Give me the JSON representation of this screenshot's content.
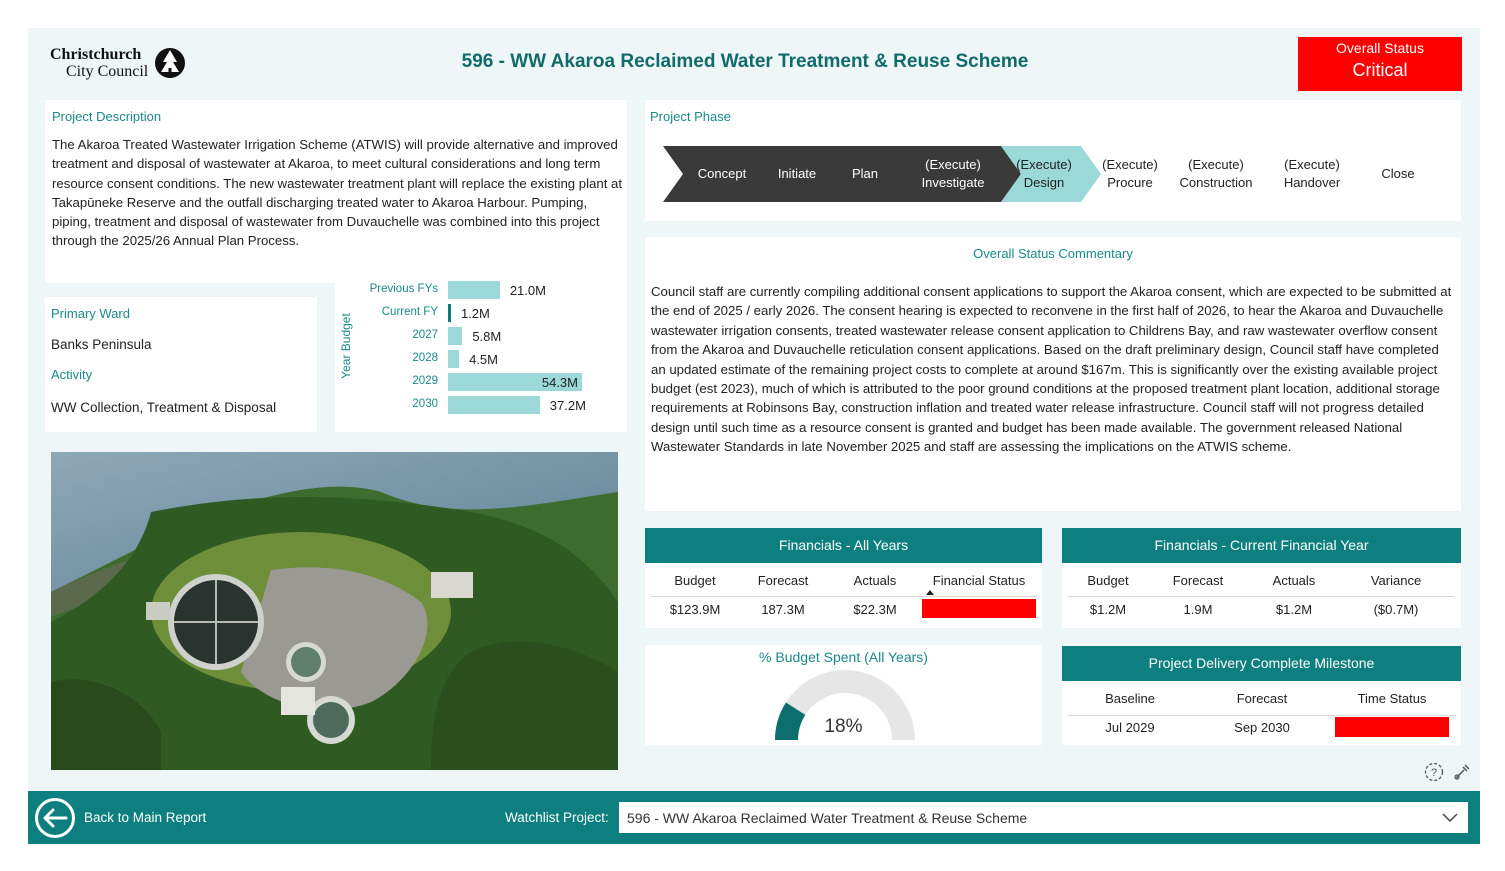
{
  "header": {
    "title": "596 - WW Akaroa Reclaimed Water Treatment & Reuse Scheme",
    "logo_line1": "Christchurch",
    "logo_line2": "City Council",
    "status_label": "Overall Status",
    "status_value": "Critical",
    "status_color": "#ff0000"
  },
  "description": {
    "label": "Project Description",
    "text": "The Akaroa Treated Wastewater Irrigation Scheme (ATWIS) will provide alternative and improved treatment and disposal of wastewater at Akaroa, to meet cultural considerations and long term resource consent conditions. The new wastewater treatment plant will replace the existing plant at Takapūneke Reserve and the outfall discharging treated water to Akaroa Harbour. Pumping, piping, treatment and disposal of wastewater from Duvauchelle was combined into this project through the 2025/26 Annual Plan Process."
  },
  "ward": {
    "ward_label": "Primary Ward",
    "ward_value": "Banks Peninsula",
    "activity_label": "Activity",
    "activity_value": "WW Collection, Treatment & Disposal"
  },
  "year_budget": {
    "axis_label": "Year Budget",
    "rows": [
      {
        "label": "Previous FYs",
        "value": 21.0,
        "text": "21.0M"
      },
      {
        "label": "Current FY",
        "value": 1.2,
        "text": "1.2M"
      },
      {
        "label": "2027",
        "value": 5.8,
        "text": "5.8M"
      },
      {
        "label": "2028",
        "value": 4.5,
        "text": "4.5M"
      },
      {
        "label": "2029",
        "value": 54.3,
        "text": "54.3M"
      },
      {
        "label": "2030",
        "value": 37.2,
        "text": "37.2M"
      }
    ]
  },
  "phase": {
    "label": "Project Phase",
    "steps": [
      {
        "line1": "Concept",
        "line2": "",
        "state": "done"
      },
      {
        "line1": "Initiate",
        "line2": "",
        "state": "done"
      },
      {
        "line1": "Plan",
        "line2": "",
        "state": "done"
      },
      {
        "line1": "(Execute)",
        "line2": "Investigate",
        "state": "done"
      },
      {
        "line1": "(Execute)",
        "line2": "Design",
        "state": "current"
      },
      {
        "line1": "(Execute)",
        "line2": "Procure",
        "state": "future"
      },
      {
        "line1": "(Execute)",
        "line2": "Construction",
        "state": "future"
      },
      {
        "line1": "(Execute)",
        "line2": "Handover",
        "state": "future"
      },
      {
        "line1": "Close",
        "line2": "",
        "state": "future"
      }
    ]
  },
  "commentary": {
    "label": "Overall Status Commentary",
    "text": "Council staff are currently compiling additional consent applications to support the Akaroa consent, which are expected to be submitted at the end of 2025 / early 2026. The consent hearing is expected to reconvene in the first half of 2026, to hear the Akaroa and Duvauchelle wastewater irrigation consents, treated wastewater release consent application to Childrens Bay, and raw wastewater overflow consent from the Akaroa and Duvauchelle reticulation consent applications. Based on the draft preliminary design, Council staff have completed an updated estimate of the remaining project costs to complete at around $167m. This is significantly over the existing available project budget (est 2023), much of which is attributed to the poor ground conditions at the proposed treatment plant location, additional storage requirements at Robinsons Bay, construction inflation and treated water release infrastructure. Council staff will not progress detailed design until such time as a resource consent is granted and budget has been made available. The government released National Wastewater Standards in late November 2025 and staff are assessing the implications on the ATWIS scheme."
  },
  "fin_all": {
    "title": "Financials - All Years",
    "headers": [
      "Budget",
      "Forecast",
      "Actuals",
      "Financial Status"
    ],
    "values": [
      "$123.9M",
      "187.3M",
      "$22.3M"
    ],
    "status_color": "#ff0000"
  },
  "fin_current": {
    "title": "Financials - Current Financial Year",
    "headers": [
      "Budget",
      "Forecast",
      "Actuals",
      "Variance"
    ],
    "values": [
      "$1.2M",
      "1.9M",
      "$1.2M",
      "($0.7M)"
    ]
  },
  "budget_spent": {
    "title": "% Budget Spent (All Years)",
    "value_text": "18%",
    "fraction": 0.18
  },
  "milestone": {
    "title": "Project Delivery Complete Milestone",
    "headers": [
      "Baseline",
      "Forecast",
      "Time Status"
    ],
    "values": [
      "Jul 2029",
      "Sep 2030"
    ],
    "status_color": "#ff0000"
  },
  "footer": {
    "back_label": "Back to Main Report",
    "watchlist_label": "Watchlist Project:",
    "watchlist_value": "596 - WW Akaroa Reclaimed Water Treatment & Reuse Scheme"
  },
  "icons": {
    "back": "back-arrow-icon",
    "dropdown": "chevron-down-icon",
    "help": "help-icon",
    "tools": "tools-icon"
  }
}
